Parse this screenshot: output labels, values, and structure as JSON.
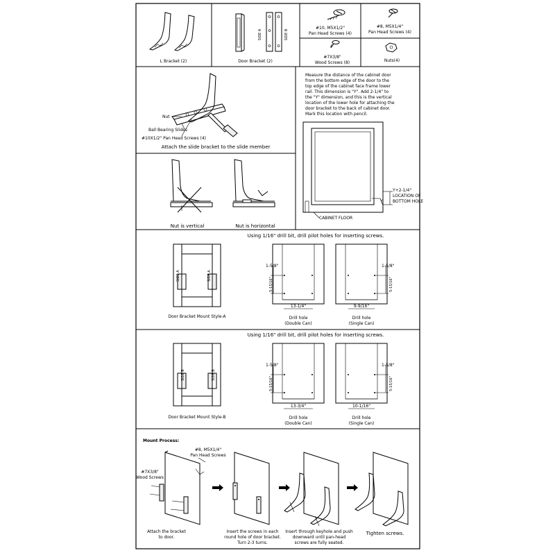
{
  "parts": {
    "l_bracket": "L Bracket (2)",
    "door_bracket": "Door Bracket (2)",
    "side_a": "SIDE A",
    "side_b": "SIDE B",
    "pan_head_10_line1": "#10, M5X1/2\"",
    "pan_head_10_line2": "Pan Head Screws (4)",
    "pan_head_8_line1": "#8, M5X1/4\"",
    "pan_head_8_line2": "Pan Head Screws (4)",
    "wood_screws_line1": "#7X3/8\"",
    "wood_screws_line2": "Wood Screws (8)",
    "nuts": "Nuts(4)"
  },
  "slide_step": {
    "nut": "Nut",
    "ball_bearing": "Ball Bearing Slides",
    "pan_screws": "#10X1/2\" Pan Head Screws (4)",
    "caption": "Attach the slide bracket to the slide member"
  },
  "measure": {
    "lines": [
      "Measure the distance of the cabinet door",
      "from the bottom edge of the door to the",
      "top edge of the cabinet face frame lower",
      "rail. This dimension is \"Y\". Add 2-1/4\" to",
      "the \"Y\" dimension, and this is the vertical",
      "location of the lower hole for attaching the",
      "door bracket to the back of cabinet door.",
      "Mark this location with pencil."
    ],
    "y_plus_line1": "Y+2-1/4\"",
    "y_plus_line2": "LOCATION OF",
    "y_plus_line3": "BOTTOM HOLE",
    "y_label": "Y",
    "cabinet_floor": "CABINET FLOOR"
  },
  "nut_orientation": {
    "vertical": "Nut is vertical",
    "horizontal": "Nut is horizontal"
  },
  "style_a": {
    "header": "Using 1/16\" drill bit, drill pilot holes for inserting screws.",
    "mount_label": "Door Bracket Mount Style-A",
    "dim_top": "1-5/8\"",
    "dim_side": "5-15/16\"",
    "double_width": "13-1/4\"",
    "single_width": "9-9/16\"",
    "double_caption1": "Drill hole",
    "double_caption2": "(Double Can)",
    "single_caption1": "Drill hole",
    "single_caption2": "(Single Can)"
  },
  "style_b": {
    "header": "Using 1/16\" drill bit, drill pilot holes for inserting screws.",
    "mount_label": "Door Bracket Mount Style-B",
    "dim_top": "1-5/8\"",
    "dim_side": "5-15/16\"",
    "double_width": "13-3/4\"",
    "single_width": "10-1/16\"",
    "double_caption1": "Drill hole",
    "double_caption2": "(Double Can)",
    "single_caption1": "Drill hole",
    "single_caption2": "(Single Can)"
  },
  "mount": {
    "title": "Mount Process:",
    "pan_line1": "#8, M5X1/4\"",
    "pan_line2": "Pan Head Screws",
    "wood_line1": "#7X3/8\"",
    "wood_line2": "Wood Screws",
    "step1_line1": "Attach the bracket",
    "step1_line2": "to door.",
    "step2_line1": "Insert the screws in each",
    "step2_line2": "round hole of door bracket.",
    "step2_line3": "Turn 2-3 turns.",
    "step3_line1": "Insert through keyhole and push",
    "step3_line2": "downward until pan-head",
    "step3_line3": "screws are fully seated.",
    "step4": "Tighten screws."
  }
}
